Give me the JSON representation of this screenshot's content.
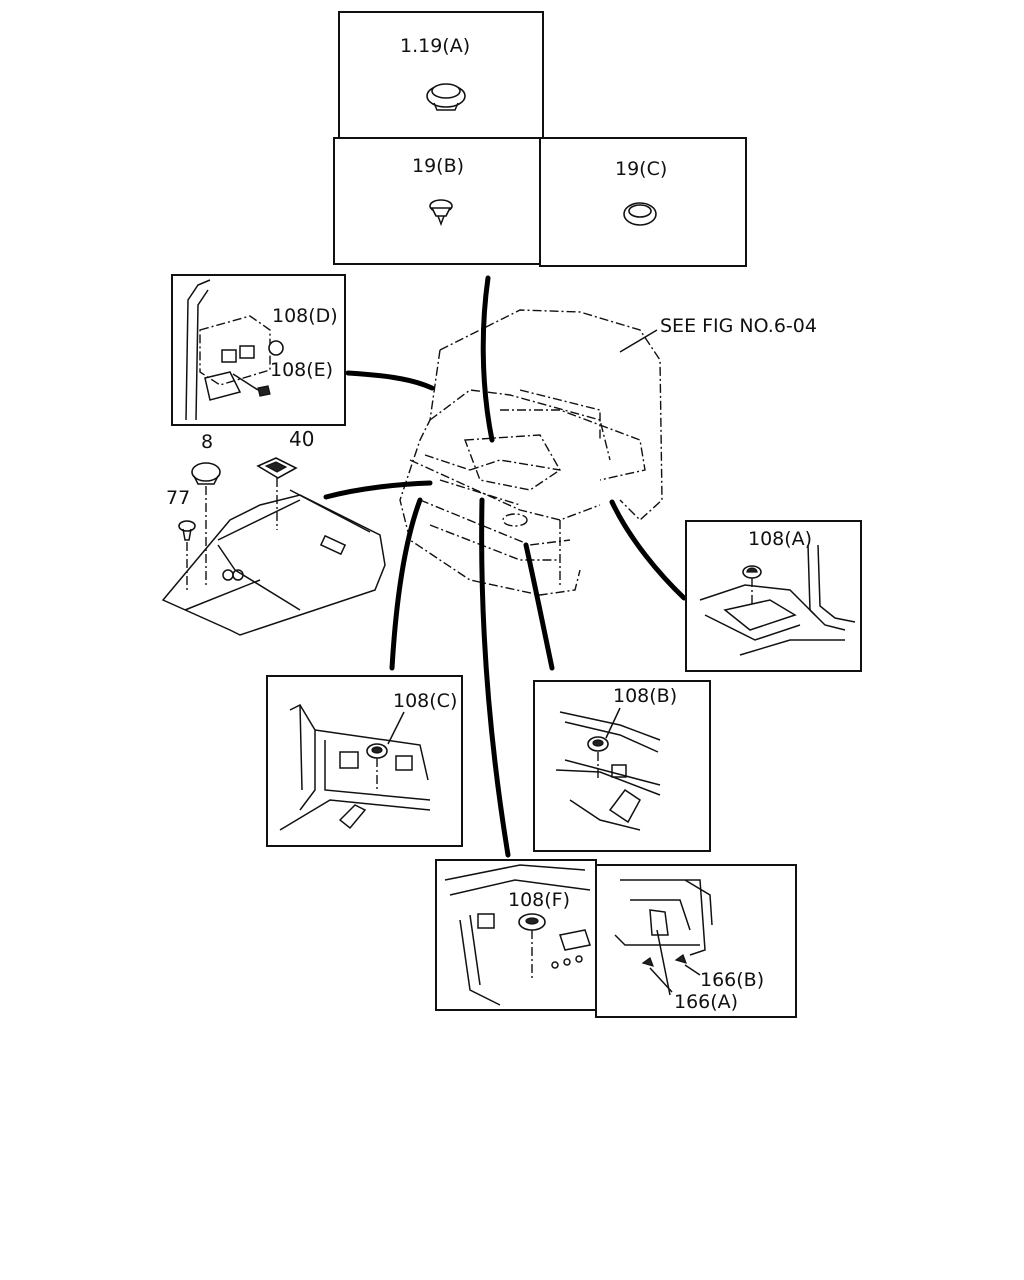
{
  "callouts": {
    "clip_a": "1.19(A)",
    "clip_b": "19(B)",
    "clip_c": "19(C)",
    "plug_d": "108(D)",
    "plug_e": "108(E)",
    "part_8": "8",
    "part_40": "40",
    "part_77": "77",
    "see_fig": "SEE FIG NO.6-04",
    "plug_108a": "108(A)",
    "plug_108b": "108(B)",
    "plug_108c": "108(C)",
    "plug_108f": "108(F)",
    "bolt_166b": "166(B)",
    "bolt_166a": "166(A)"
  }
}
